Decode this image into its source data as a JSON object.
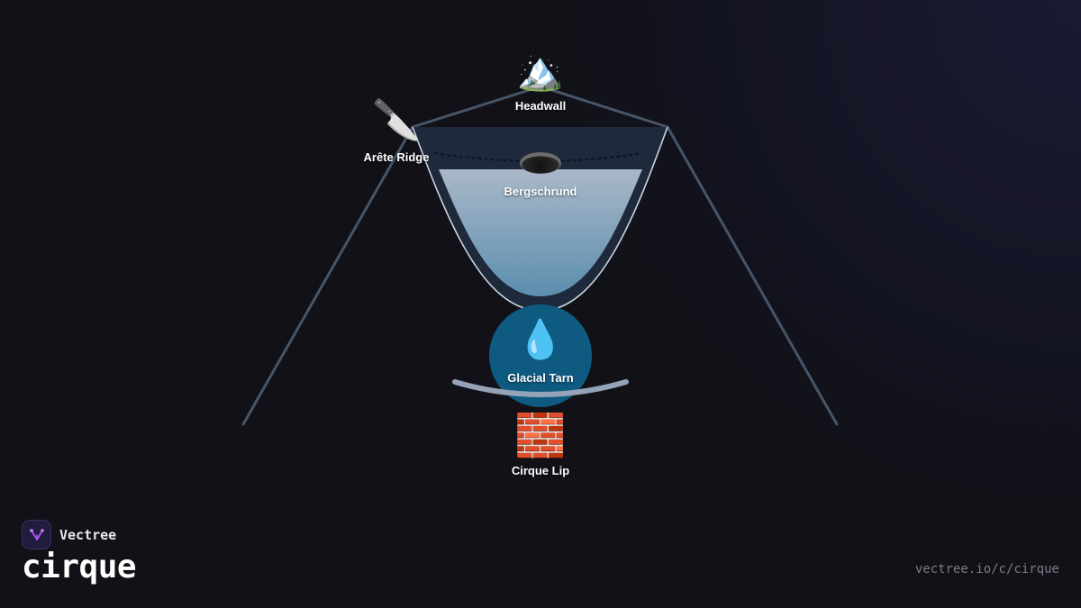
{
  "brand": {
    "name": "Vectree"
  },
  "page": {
    "title": "cirque",
    "url": "vectree.io/c/cirque"
  },
  "diagram": {
    "nodes": [
      {
        "id": "headwall",
        "label": "Headwall",
        "icon": "mountain-icon",
        "glyph": "🏔️"
      },
      {
        "id": "arete",
        "label": "Arête Ridge",
        "icon": "knife-icon",
        "glyph": "🔪"
      },
      {
        "id": "bergschrund",
        "label": "Bergschrund",
        "icon": "crevasse-hole-icon"
      },
      {
        "id": "tarn",
        "label": "Glacial Tarn",
        "icon": "droplet-icon",
        "glyph": "💧"
      },
      {
        "id": "lip",
        "label": "Cirque Lip",
        "icon": "brick-wall-icon",
        "glyph": "🧱"
      }
    ]
  },
  "colors": {
    "background": "#111117",
    "ridge_line": "#475569",
    "bowl_fill": "#1e293b",
    "ice_top": "#a9b8c8",
    "ice_bottom": "#5d8fae",
    "tarn": "#0e5a80",
    "lip_arc": "#94a3b8",
    "brand_accent": "#a855f7"
  }
}
